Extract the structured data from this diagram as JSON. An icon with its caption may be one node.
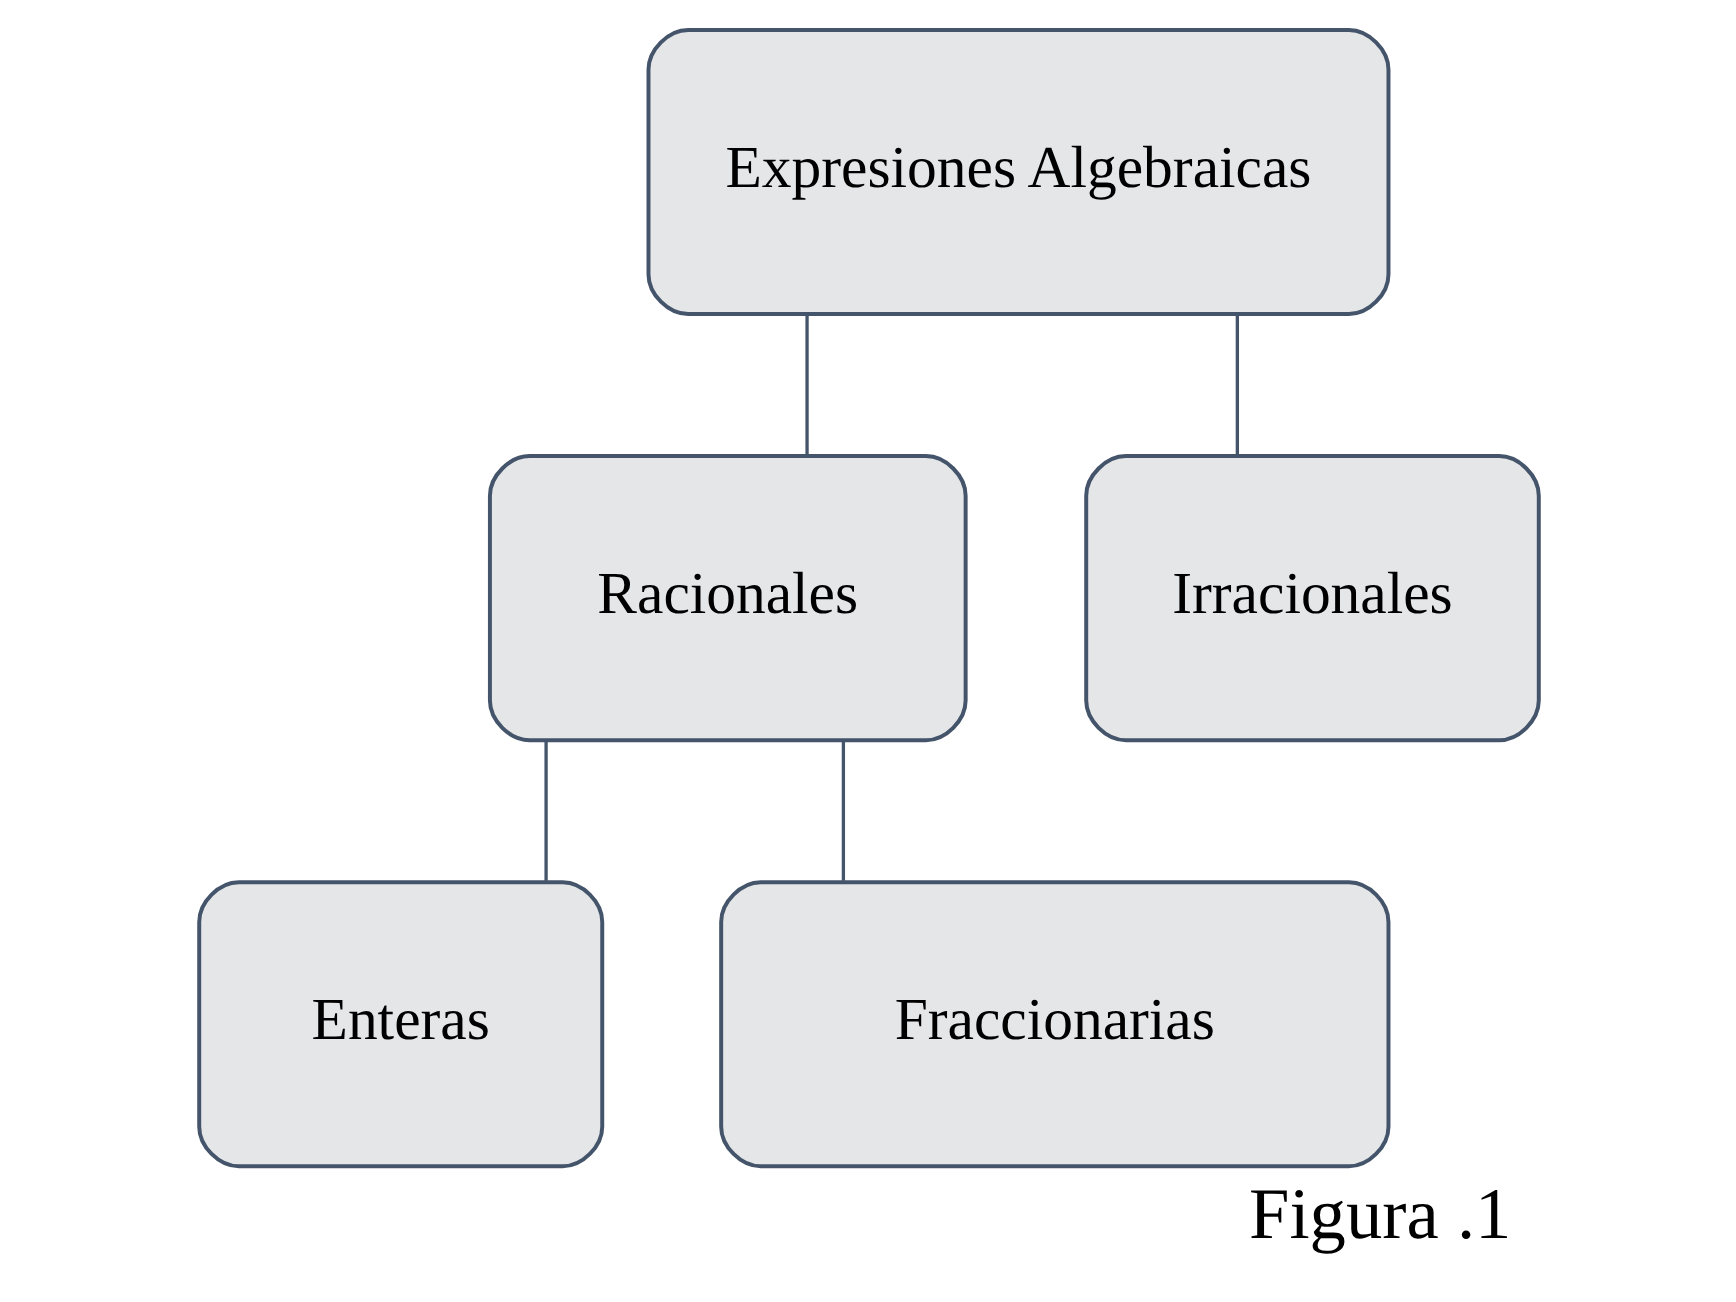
{
  "diagram": {
    "caption": "Figura .1",
    "nodes": [
      {
        "text": [
          "Expresiones Algebraicas"
        ]
      },
      {
        "text": [
          "Racionales"
        ]
      },
      {
        "text": [
          "Irracionales"
        ]
      },
      {
        "text": [
          "Enteras"
        ]
      },
      {
        "text": [
          "Fraccionarias"
        ]
      }
    ],
    "edges": [
      {
        "from": 0,
        "to": 1,
        "arrow": "none"
      },
      {
        "from": 0,
        "to": 2,
        "arrow": "none"
      },
      {
        "from": 1,
        "to": 3,
        "arrow": "none"
      },
      {
        "from": 1,
        "to": 4,
        "arrow": "none"
      }
    ]
  }
}
